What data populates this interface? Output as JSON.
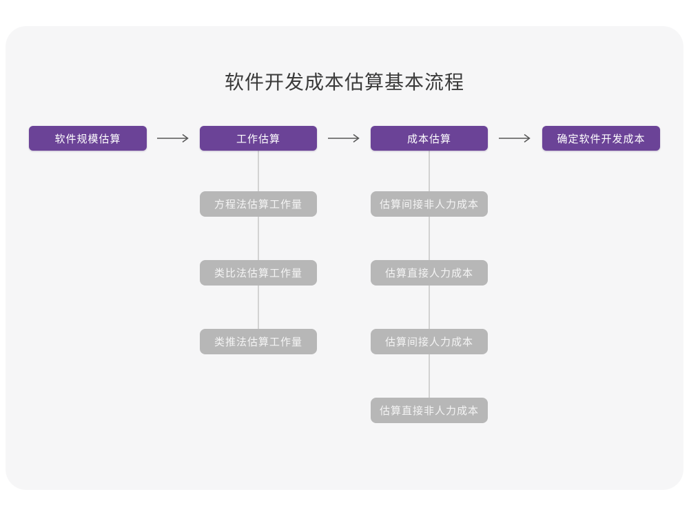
{
  "title": "软件开发成本估算基本流程",
  "colors": {
    "card_background": "#f6f6f7",
    "primary_purple": "#6b4397",
    "sub_box_gray": "#b7b7b7",
    "connector_line": "#d2d2d2",
    "arrow": "#555555",
    "title_text": "#3a3a3a"
  },
  "main_steps": [
    {
      "label": "软件规模估算"
    },
    {
      "label": "工作估算"
    },
    {
      "label": "成本估算"
    },
    {
      "label": "确定软件开发成本"
    }
  ],
  "work_methods": [
    "方程法估算工作量",
    "类比法估算工作量",
    "类推法估算工作量"
  ],
  "cost_methods": [
    "估算间接非人力成本",
    "估算直接人力成本",
    "估算间接人力成本",
    "估算直接非人力成本"
  ]
}
